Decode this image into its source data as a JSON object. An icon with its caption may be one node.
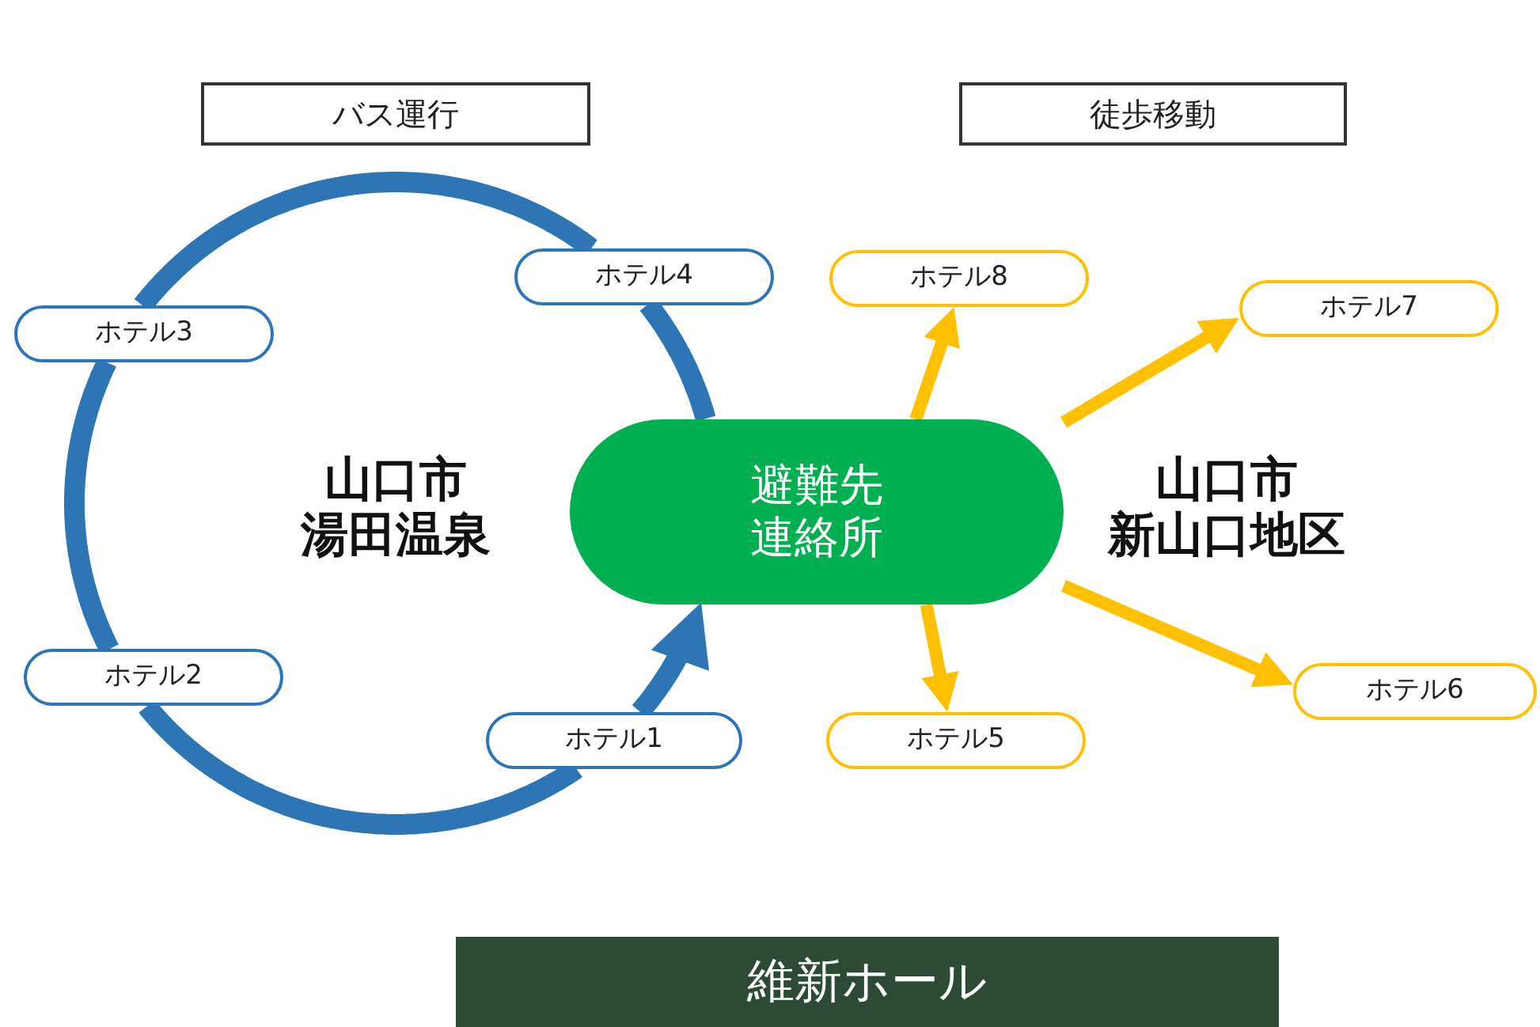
{
  "diagram": {
    "nodes": [
      {
        "text": [
          "バス運行"
        ]
      },
      {
        "text": [
          "徒歩移動"
        ]
      },
      {
        "text": [
          "避難先連絡所"
        ]
      },
      {
        "text": [
          "ホテル1"
        ]
      },
      {
        "text": [
          "ホテル2"
        ]
      },
      {
        "text": [
          "ホテル3"
        ]
      },
      {
        "text": [
          "ホテル4"
        ]
      },
      {
        "text": [
          "ホテル5"
        ]
      },
      {
        "text": [
          "ホテル6"
        ]
      },
      {
        "text": [
          "ホテル7"
        ]
      },
      {
        "text": [
          "ホテル8"
        ]
      },
      {
        "text": [
          "維新ホール"
        ]
      }
    ],
    "edges": [
      {
        "from": 2,
        "to": 6,
        "arrow": "none",
        "color": "#2e75b6"
      },
      {
        "from": 6,
        "to": 5,
        "arrow": "none",
        "color": "#2e75b6"
      },
      {
        "from": 5,
        "to": 4,
        "arrow": "none",
        "color": "#2e75b6"
      },
      {
        "from": 4,
        "to": 3,
        "arrow": "none",
        "color": "#2e75b6"
      },
      {
        "from": 3,
        "to": 2,
        "arrow": "to",
        "color": "#2e75b6"
      },
      {
        "from": 2,
        "to": 10,
        "arrow": "to",
        "color": "#ffc000"
      },
      {
        "from": 2,
        "to": 9,
        "arrow": "to",
        "color": "#ffc000"
      },
      {
        "from": 2,
        "to": 8,
        "arrow": "to",
        "color": "#ffc000"
      },
      {
        "from": 2,
        "to": 7,
        "arrow": "to",
        "color": "#ffc000"
      }
    ],
    "labels": [
      "山口市",
      "湯田温泉",
      "山口市",
      "新山口地区"
    ]
  }
}
